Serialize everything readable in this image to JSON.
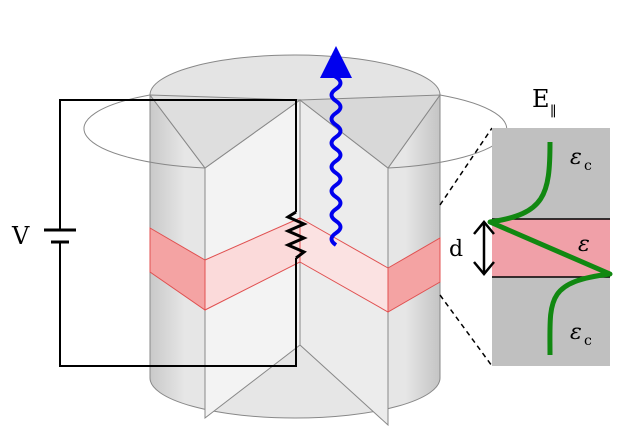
{
  "labels": {
    "voltage": "V",
    "field": "E",
    "field_subscript": "∥",
    "thickness": "d",
    "epsilon_core": "ε",
    "epsilon_clad_top": "ε",
    "epsilon_clad_top_sub": "c",
    "epsilon_clad_bottom": "ε",
    "epsilon_clad_bottom_sub": "c"
  },
  "colors": {
    "cylinder_body": "#e8e8e8",
    "cylinder_shadow": "#c8c8c8",
    "cut_face": "#f0f0f0",
    "layer": "#f4aaaa",
    "layer_edge": "#e05050",
    "emission": "#0000ee",
    "field_profile": "#118811",
    "inset_bg": "#c0c0c0",
    "inset_core": "#f0a0a8"
  }
}
